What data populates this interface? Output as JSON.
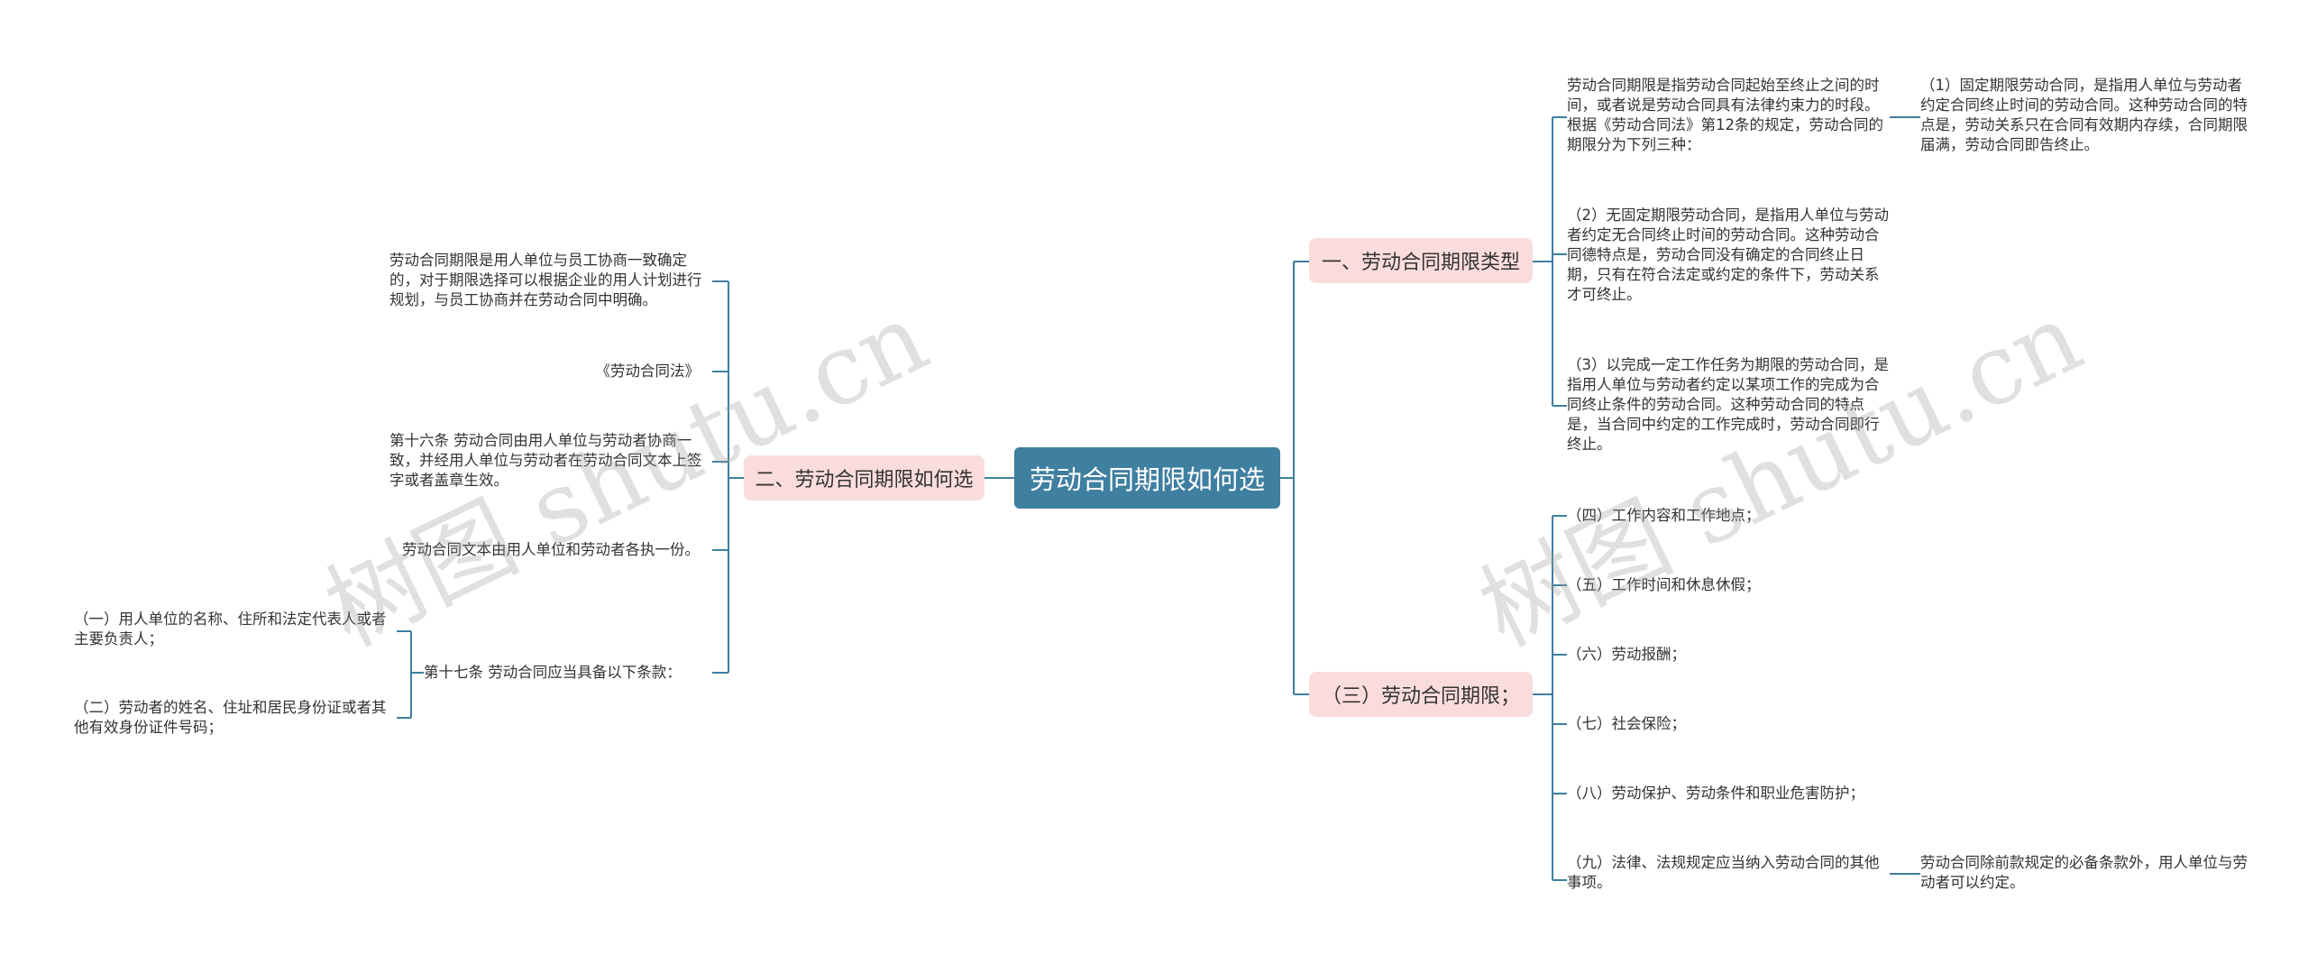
{
  "root": "劳动合同期限如何选",
  "branches": {
    "b1": "一、劳动合同期限类型",
    "b2": "二、劳动合同期限如何选",
    "b3": "（三）劳动合同期限；"
  },
  "b1_items": {
    "intro": "劳动合同期限是指劳动合同起始至终止之间的时间，或者说是劳动合同具有法律约束力的时段。根据《劳动合同法》第12条的规定，劳动合同的期限分为下列三种：",
    "fixed": "（1）固定期限劳动合同，是指用人单位与劳动者约定合同终止时间的劳动合同。这种劳动合同的特点是，劳动关系只在合同有效期内存续，合同期限届满，劳动合同即告终止。",
    "open": "（2）无固定期限劳动合同，是指用人单位与劳动者约定无合同终止时间的劳动合同。这种劳动合同德特点是，劳动合同没有确定的合同终止日期，只有在符合法定或约定的条件下，劳动关系才可终止。",
    "task": "（3）以完成一定工作任务为期限的劳动合同，是指用人单位与劳动者约定以某项工作的完成为合同终止条件的劳动合同。这种劳动合同的特点是，当合同中约定的工作完成时，劳动合同即行终止。"
  },
  "b2_items": {
    "negotiate": "劳动合同期限是用人单位与员工协商一致确定的，对于期限选择可以根据企业的用人计划进行规划，与员工协商并在劳动合同中明确。",
    "law": "《劳动合同法》",
    "art16": "第十六条 劳动合同由用人单位与劳动者协商一致，并经用人单位与劳动者在劳动合同文本上签字或者盖章生效。",
    "copies": "劳动合同文本由用人单位和劳动者各执一份。",
    "art17": "第十七条 劳动合同应当具备以下条款：",
    "art17_1": "（一）用人单位的名称、住所和法定代表人或者主要负责人；",
    "art17_2": "（二）劳动者的姓名、住址和居民身份证或者其他有效身份证件号码；"
  },
  "b3_items": {
    "i4": "（四）工作内容和工作地点；",
    "i5": "（五）工作时间和休息休假；",
    "i6": "（六）劳动报酬；",
    "i7": "（七）社会保险；",
    "i8": "（八）劳动保护、劳动条件和职业危害防护；",
    "i9": "（九）法律、法规规定应当纳入劳动合同的其他事项。",
    "i9_note": "劳动合同除前款规定的必备条款外，用人单位与劳动者可以约定。"
  },
  "watermarks": [
    "树图 shutu.cn",
    "树图 shutu.cn"
  ],
  "colors": {
    "root_bg": "#3f7fa0",
    "branch_bg": "#fbdcdc",
    "line": "#3f7fa0"
  }
}
